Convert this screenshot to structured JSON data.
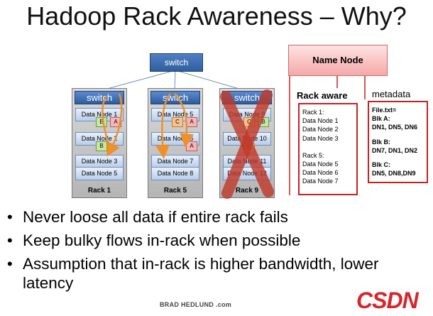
{
  "slide": {
    "title": "Hadoop Rack Awareness – Why?",
    "top_switch_label": "switch",
    "racks": [
      {
        "switch_label": "switch",
        "label": "Rack 1",
        "nodes": [
          "Data Node 1",
          "Data Node 2",
          "Data Node 3",
          "Data Node 5"
        ]
      },
      {
        "switch_label": "switch",
        "label": "Rack 5",
        "nodes": [
          "Data Node 5",
          "Data Node 6",
          "Data Node 7",
          "Data Node 8"
        ]
      },
      {
        "switch_label": "switch",
        "label": "Rack 9",
        "nodes": [
          "Data Node 9",
          "Data Node 10",
          "Data Node 11",
          "Data Node 12"
        ],
        "failed": true
      }
    ],
    "blocks": {
      "r1n1_left": "B",
      "r1n1_right": "A",
      "r1n2": "B",
      "r5n1_left": "C",
      "r5n1_right": "A",
      "r5n2": "A",
      "r9n1_left": "C",
      "r9n1_right": "B",
      "r9n2": "C"
    },
    "name_node": "Name Node",
    "rack_aware": {
      "title": "Rack aware",
      "lines_rack1": [
        "Rack 1:",
        "Data Node 1",
        "Data Node 2",
        "Data Node 3"
      ],
      "lines_rack5": [
        "Rack 5:",
        "Data Node 5",
        "Data Node 6",
        "Data Node 7"
      ]
    },
    "metadata": {
      "title": "metadata",
      "file": "File.txt=",
      "blk_a_label": "Blk A:",
      "blk_a_nodes": "DN1, DN5, DN6",
      "blk_b_label": "Blk B:",
      "blk_b_nodes": "DN7, DN1, DN2",
      "blk_c_label": "Blk C:",
      "blk_c_nodes": "DN5, DN8,DN9"
    },
    "bullets": [
      "Never loose all data if entire rack fails",
      "Keep bulky flows in-rack when possible",
      "Assumption that in-rack is higher bandwidth, lower latency"
    ],
    "credit": "BRAD HEDLUND .com",
    "logo": "CSDN",
    "colors": {
      "switch": "#3a6aad",
      "node": "#c9dbf1",
      "block_green": "#c7e6a1",
      "block_pink": "#f7b7b7",
      "block_orange": "#f6c38e",
      "name_node": "#f6a8a8",
      "panel_border": "#c82020",
      "arrow": "#f0902a",
      "failure_x": "#c0392b"
    }
  }
}
